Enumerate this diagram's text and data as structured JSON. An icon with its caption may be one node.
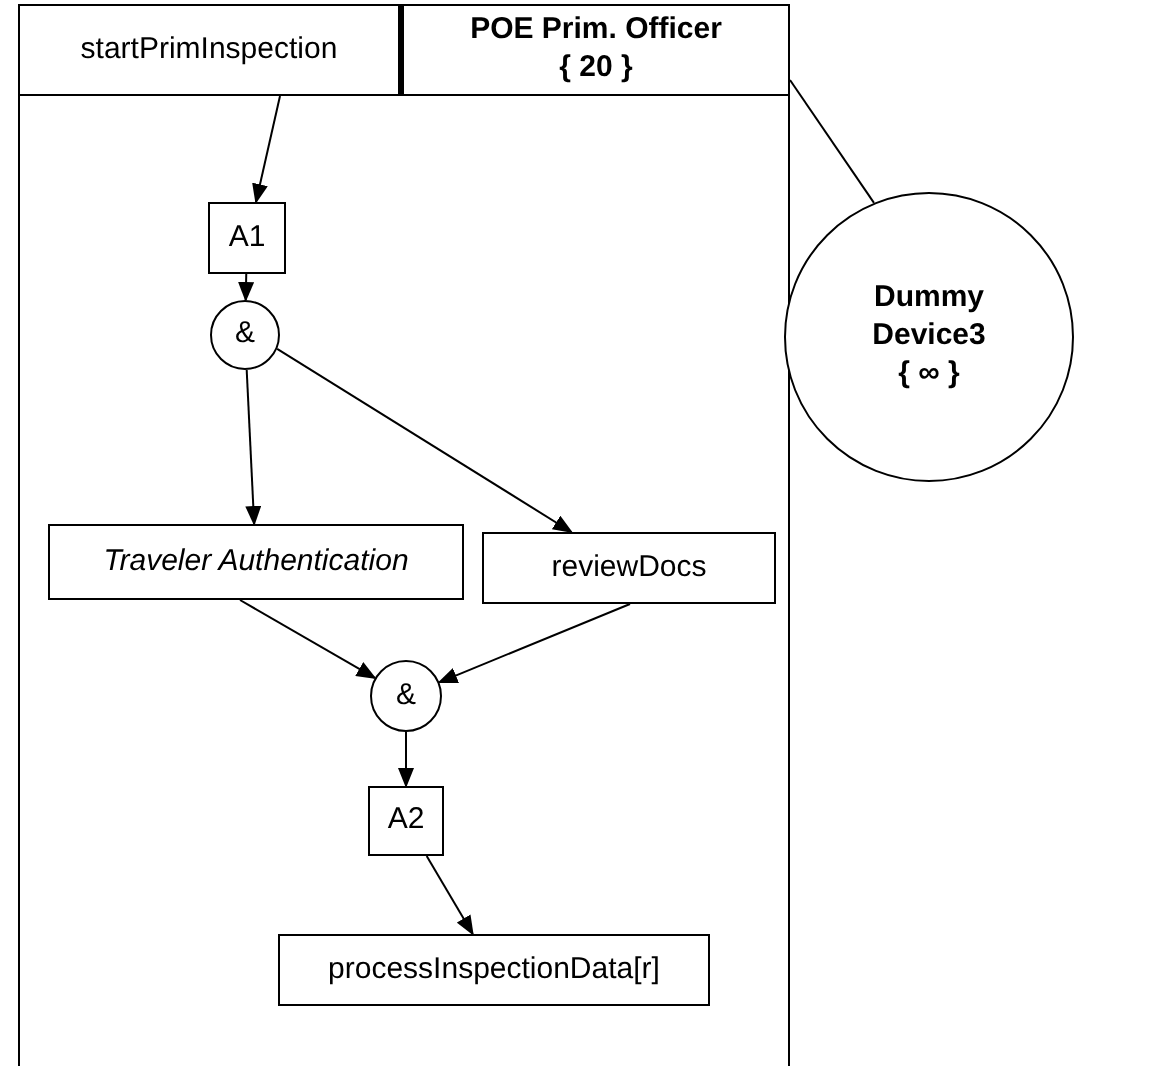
{
  "diagram": {
    "nodes": [
      {
        "text": [],
        "shape": "box"
      },
      {
        "text": [
          "startPrimInspection"
        ],
        "in": 0
      },
      {
        "text": [
          "POE Prim. Officer",
          "{ 20 }"
        ],
        "in": 0
      },
      {
        "text": [
          "Dummy Device3",
          "{ ∞ }"
        ]
      },
      {
        "text": [
          "A1"
        ],
        "in": 0
      },
      {
        "text": [
          "&"
        ],
        "in": 0
      },
      {
        "text": [
          "Traveler Authentication"
        ],
        "in": 0
      },
      {
        "text": [
          "reviewDocs"
        ],
        "in": 0
      },
      {
        "text": [
          "&"
        ],
        "in": 0
      },
      {
        "text": [
          "A2"
        ],
        "in": 0
      },
      {
        "text": [
          "processInspectionData[r]"
        ],
        "in": 0
      }
    ],
    "edges": [
      {
        "from": 2,
        "to": 3,
        "arrow": "none"
      },
      {
        "from": 1,
        "to": 4,
        "arrow": "to"
      },
      {
        "from": 4,
        "to": 5,
        "arrow": "to"
      },
      {
        "from": 5,
        "to": 6,
        "arrow": "to"
      },
      {
        "from": 5,
        "to": 7,
        "arrow": "to"
      },
      {
        "from": 6,
        "to": 8,
        "arrow": "to"
      },
      {
        "from": 7,
        "to": 8,
        "arrow": "to"
      },
      {
        "from": 8,
        "to": 9,
        "arrow": "to"
      },
      {
        "from": 9,
        "to": 10,
        "arrow": "to"
      }
    ]
  }
}
